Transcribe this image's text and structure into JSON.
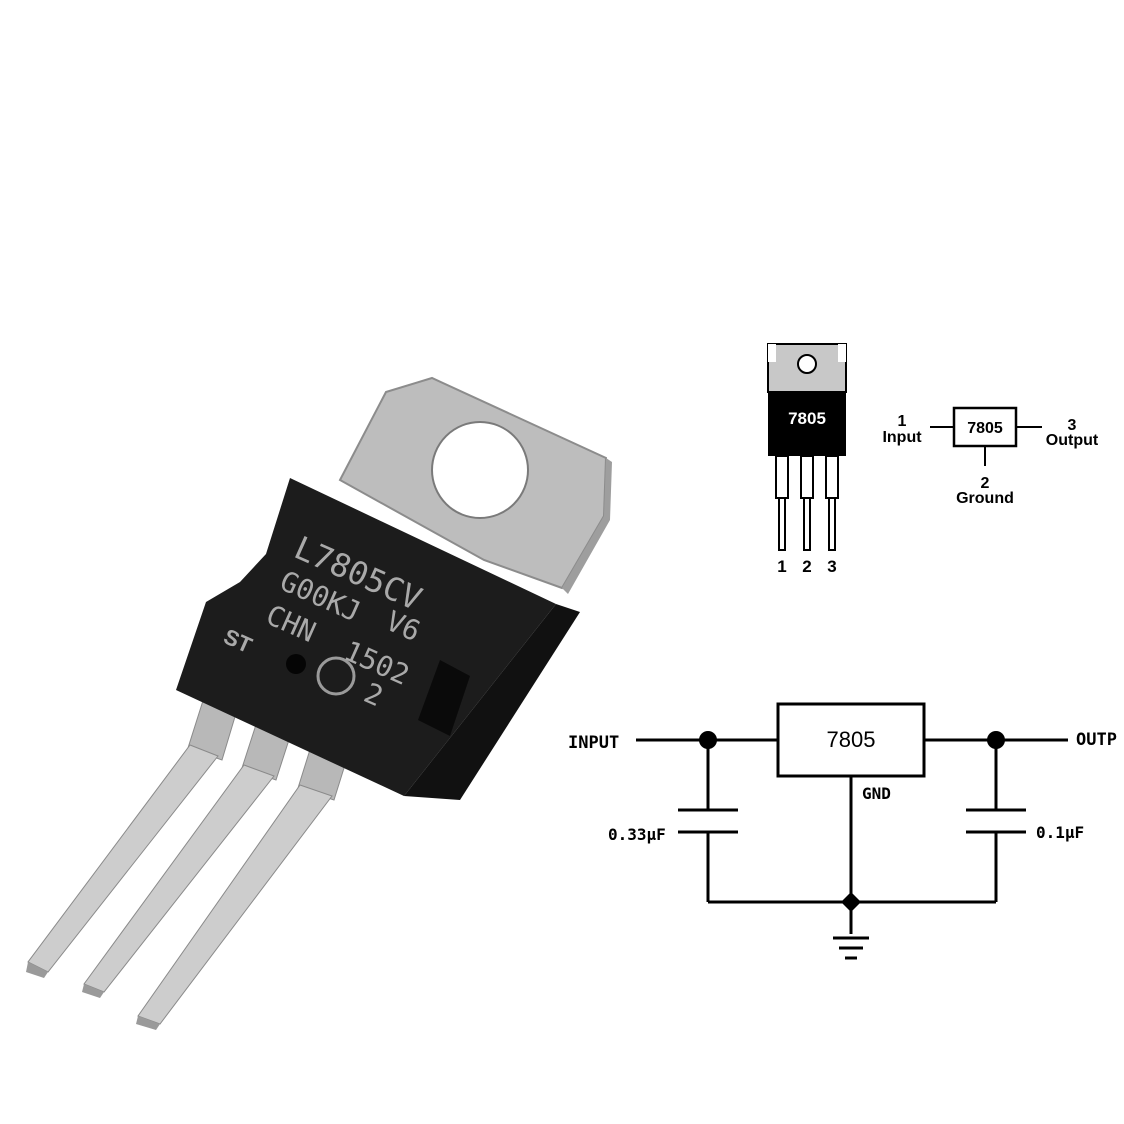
{
  "photo": {
    "marking_lines": [
      "L7805CV",
      "G00KJ",
      "V6",
      "CHN",
      "1502",
      "2"
    ],
    "logo_text": "ST"
  },
  "pinout_package": {
    "chip_label": "7805",
    "pin_numbers": [
      "1",
      "2",
      "3"
    ]
  },
  "pinout_symbol": {
    "chip_label": "7805",
    "pin1_number": "1",
    "pin1_name": "Input",
    "pin2_number": "2",
    "pin2_name": "Ground",
    "pin3_number": "3",
    "pin3_name": "Output"
  },
  "schematic": {
    "input_label": "INPUT",
    "output_label": "OUTP",
    "chip_label": "7805",
    "gnd_label": "GND",
    "cap_in_label": "0.33μF",
    "cap_out_label": "0.1μF"
  },
  "colors": {
    "body_black": "#1a1a1a",
    "tab_metal": "#bfbfbf",
    "lead_metal": "#cfcfcf",
    "line_black": "#000000"
  }
}
